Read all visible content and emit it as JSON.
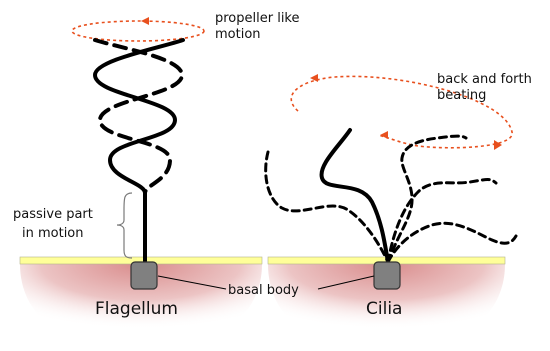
{
  "labels": {
    "propeller_line1": "propeller like",
    "propeller_line2": "motion",
    "back_forth_line1": "back and forth",
    "back_forth_line2": "beating",
    "passive_line1": "passive part",
    "passive_line2": "in motion",
    "basal_body": "basal body",
    "flagellum": "Flagellum",
    "cilia": "Cilia"
  },
  "colors": {
    "motion_arrow": "#e8501e",
    "membrane": "#ffff99",
    "cell_gradient_inner": "#d98c8c",
    "basal_body_fill": "#808080",
    "stroke": "#000000"
  },
  "icons": {
    "motion_arrow": "dotted-ellipse-arrow-icon",
    "basal_body": "rounded-square-icon",
    "brace": "curly-brace-icon"
  }
}
